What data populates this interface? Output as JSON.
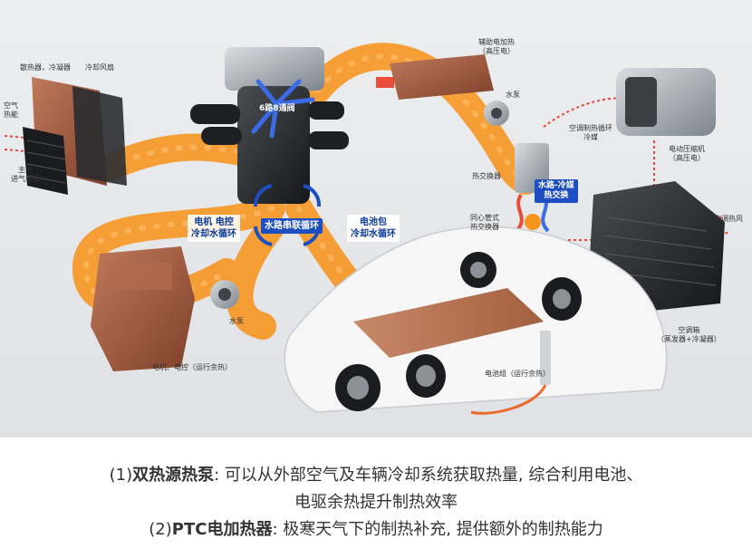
{
  "diagram": {
    "labels": {
      "radiator_condenser": "散热器，冷凝器",
      "cooling_fan": "冷却风扇",
      "air_heat_line1": "空气",
      "air_heat_line2": "热能",
      "active_grille_line1": "主动",
      "active_grille_line2": "进气格栅",
      "valve": "6路8通阀",
      "aux_heater_line1": "辅助电加热",
      "aux_heater_line2": "（高压电）",
      "water_pump_top": "水泵",
      "ac_loop_line1": "空调制热循环",
      "ac_loop_line2": "冷媒",
      "compressor_line1": "电动压缩机",
      "compressor_line2": "（高压电）",
      "heat_exchanger": "热交换器",
      "water_refrigerant_line1": "水路-冷媒",
      "water_refrigerant_line2": "热交换",
      "coaxial_line1": "同心管式",
      "coaxial_line2": "热交换器",
      "ac_hot_air": "空调热风",
      "motor_loop_line1": "电机 电控",
      "motor_loop_line2": "冷却水循环",
      "series_loop": "水路串联循环",
      "battery_loop_line1": "电池包",
      "battery_loop_line2": "冷却水循环",
      "water_pump_bottom": "水泵",
      "motor_waste_heat": "电机、电控（运行余热）",
      "battery_waste_heat": "电池组（运行余热）",
      "hvac_box_line1": "空调箱",
      "hvac_box_line2": "（蒸发器+冷凝器）"
    }
  },
  "caption": {
    "line1_prefix": "(1)",
    "line1_bold": "双热源热泵",
    "line1_rest": ": 可以从外部空气及车辆冷却系统获取热量, 综合利用电池、",
    "line2": "电驱余热提升制热效率",
    "line3_prefix": "(2)",
    "line3_bold": "PTC电加热器",
    "line3_rest": ": 极寒天气下的制热补充, 提供额外的制热能力"
  },
  "colors": {
    "flow_orange": "#f7941d",
    "component_copper": "#a55a3e",
    "loop_blue": "#1e4fc2",
    "background": "#e9eaec"
  }
}
